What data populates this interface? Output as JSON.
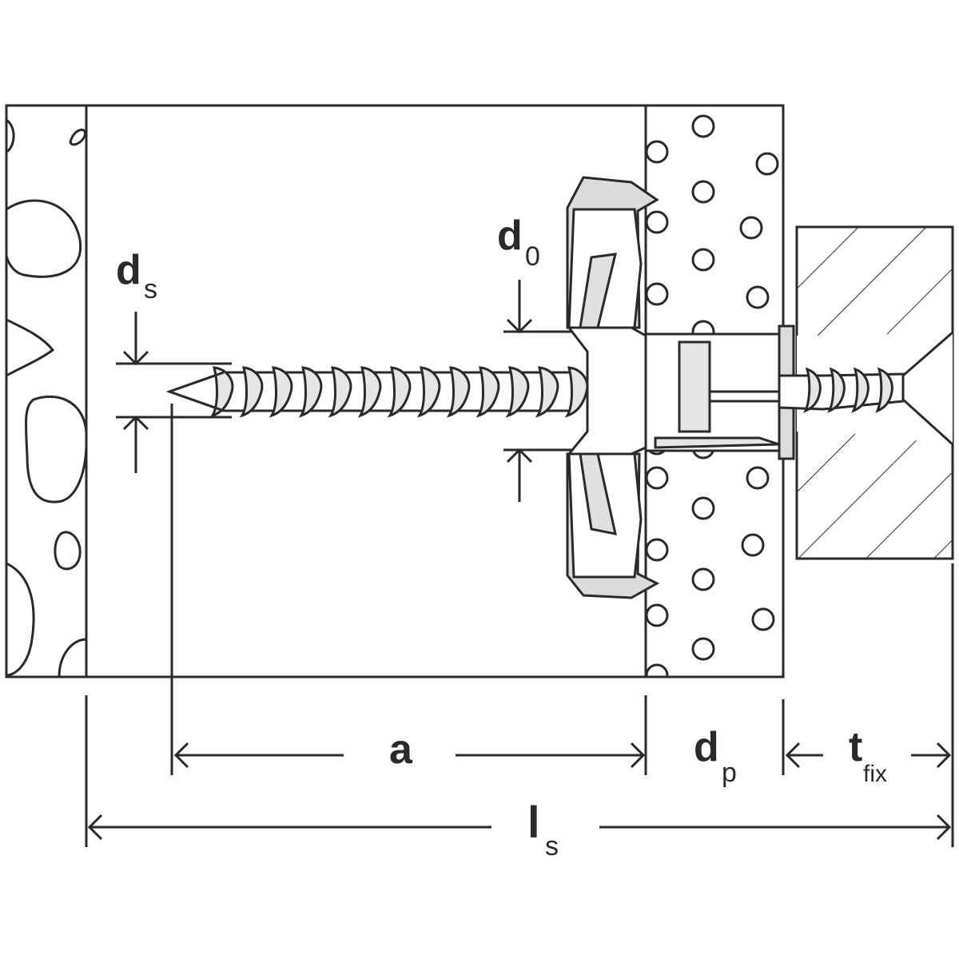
{
  "labels": {
    "ds": {
      "main": "d",
      "sub": "s"
    },
    "d0": {
      "main": "d",
      "sub": "0"
    },
    "a": {
      "main": "a"
    },
    "dp": {
      "main": "d",
      "sub": "p"
    },
    "tfix": {
      "main": "t",
      "sub": "fix"
    },
    "ls": {
      "main": "l",
      "sub": "s"
    }
  },
  "colors": {
    "line": "#2a2a2a",
    "fill": "#d9d9d9",
    "background": "#ffffff"
  }
}
